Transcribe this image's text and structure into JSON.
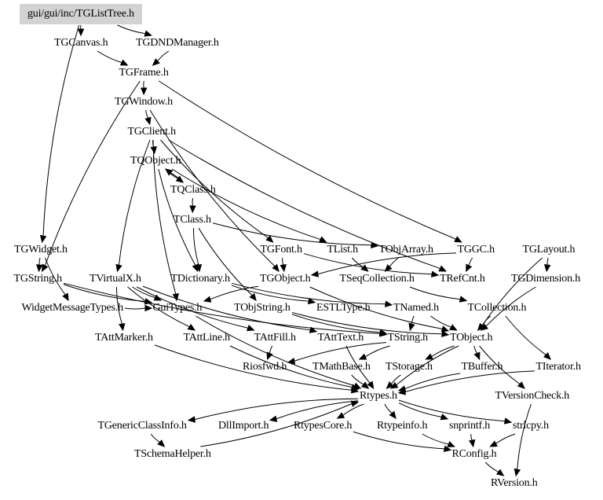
{
  "diagram": {
    "title": "Include dependency graph for gui/gui/inc/TGListTree.h",
    "root": "gui/gui/inc/TGListTree.h",
    "root_fill": "#d3d3d3",
    "nodes": [
      {
        "id": "root",
        "label": "gui/gui/inc/TGListTree.h"
      },
      {
        "id": "TGCanvas",
        "label": "TGCanvas.h"
      },
      {
        "id": "TGDNDManager",
        "label": "TGDNDManager.h"
      },
      {
        "id": "TGFrame",
        "label": "TGFrame.h"
      },
      {
        "id": "TGWindow",
        "label": "TGWindow.h"
      },
      {
        "id": "TGClient",
        "label": "TGClient.h"
      },
      {
        "id": "TQObject",
        "label": "TQObject.h"
      },
      {
        "id": "TQClass",
        "label": "TQClass.h"
      },
      {
        "id": "TClass",
        "label": "TClass.h"
      },
      {
        "id": "TGWidget",
        "label": "TGWidget.h"
      },
      {
        "id": "TGFont",
        "label": "TGFont.h"
      },
      {
        "id": "TList",
        "label": "TList.h"
      },
      {
        "id": "TObjArray",
        "label": "TObjArray.h"
      },
      {
        "id": "TGGC",
        "label": "TGGC.h"
      },
      {
        "id": "TGLayout",
        "label": "TGLayout.h"
      },
      {
        "id": "TGString",
        "label": "TGString.h"
      },
      {
        "id": "TVirtualX",
        "label": "TVirtualX.h"
      },
      {
        "id": "TDictionary",
        "label": "TDictionary.h"
      },
      {
        "id": "TGObject",
        "label": "TGObject.h"
      },
      {
        "id": "TSeqCollection",
        "label": "TSeqCollection.h"
      },
      {
        "id": "TRefCnt",
        "label": "TRefCnt.h"
      },
      {
        "id": "TGDimension",
        "label": "TGDimension.h"
      },
      {
        "id": "WidgetMessageTypes",
        "label": "WidgetMessageTypes.h"
      },
      {
        "id": "GuiTypes",
        "label": "GuiTypes.h"
      },
      {
        "id": "TObjString",
        "label": "TObjString.h"
      },
      {
        "id": "ESTLType",
        "label": "ESTLType.h"
      },
      {
        "id": "TNamed",
        "label": "TNamed.h"
      },
      {
        "id": "TCollection",
        "label": "TCollection.h"
      },
      {
        "id": "TAttMarker",
        "label": "TAttMarker.h"
      },
      {
        "id": "TAttLine",
        "label": "TAttLine.h"
      },
      {
        "id": "TAttFill",
        "label": "TAttFill.h"
      },
      {
        "id": "TAttText",
        "label": "TAttText.h"
      },
      {
        "id": "TString",
        "label": "TString.h"
      },
      {
        "id": "TObject",
        "label": "TObject.h"
      },
      {
        "id": "Riosfwd",
        "label": "Riosfwd.h"
      },
      {
        "id": "TMathBase",
        "label": "TMathBase.h"
      },
      {
        "id": "TStorage",
        "label": "TStorage.h"
      },
      {
        "id": "TBuffer",
        "label": "TBuffer.h"
      },
      {
        "id": "TIterator",
        "label": "TIterator.h"
      },
      {
        "id": "Rtypes",
        "label": "Rtypes.h"
      },
      {
        "id": "TVersionCheck",
        "label": "TVersionCheck.h"
      },
      {
        "id": "TGenericClassInfo",
        "label": "TGenericClassInfo.h"
      },
      {
        "id": "DllImport",
        "label": "DllImport.h"
      },
      {
        "id": "RtypesCore",
        "label": "RtypesCore.h"
      },
      {
        "id": "Rtypeinfo",
        "label": "Rtypeinfo.h"
      },
      {
        "id": "snprintf",
        "label": "snprintf.h"
      },
      {
        "id": "strlcpy",
        "label": "strlcpy.h"
      },
      {
        "id": "TSchemaHelper",
        "label": "TSchemaHelper.h"
      },
      {
        "id": "RConfig",
        "label": "RConfig.h"
      },
      {
        "id": "RVersion",
        "label": "RVersion.h"
      }
    ],
    "edges": [
      [
        "root",
        "TGCanvas"
      ],
      [
        "root",
        "TGDNDManager"
      ],
      [
        "root",
        "TGWidget"
      ],
      [
        "TGCanvas",
        "TGFrame"
      ],
      [
        "TGDNDManager",
        "TGFrame"
      ],
      [
        "TGFrame",
        "TGWindow"
      ],
      [
        "TGFrame",
        "TGGC"
      ],
      [
        "TGFrame",
        "TGString"
      ],
      [
        "TGWindow",
        "TGClient"
      ],
      [
        "TGWindow",
        "TGObject"
      ],
      [
        "TGClient",
        "TQObject"
      ],
      [
        "TGClient",
        "TGFont"
      ],
      [
        "TGClient",
        "TVirtualX"
      ],
      [
        "TGClient",
        "GuiTypes"
      ],
      [
        "TGClient",
        "TRefCnt"
      ],
      [
        "TQObject",
        "TQClass"
      ],
      [
        "TQObject",
        "TList"
      ],
      [
        "TQObject",
        "TDictionary"
      ],
      [
        "TQClass",
        "TQObject"
      ],
      [
        "TQClass",
        "TClass"
      ],
      [
        "TClass",
        "TObjArray"
      ],
      [
        "TClass",
        "TDictionary"
      ],
      [
        "TClass",
        "TObjString"
      ],
      [
        "TGWidget",
        "TGString"
      ],
      [
        "TGWidget",
        "WidgetMessageTypes"
      ],
      [
        "TGFont",
        "TGObject"
      ],
      [
        "TGFont",
        "TRefCnt"
      ],
      [
        "TList",
        "TSeqCollection"
      ],
      [
        "TObjArray",
        "TSeqCollection"
      ],
      [
        "TGGC",
        "TGObject"
      ],
      [
        "TGGC",
        "TRefCnt"
      ],
      [
        "TGLayout",
        "TGDimension"
      ],
      [
        "TGLayout",
        "TObject"
      ],
      [
        "TGString",
        "GuiTypes"
      ],
      [
        "TGString",
        "TString"
      ],
      [
        "TVirtualX",
        "GuiTypes"
      ],
      [
        "TVirtualX",
        "TAttLine"
      ],
      [
        "TVirtualX",
        "TAttFill"
      ],
      [
        "TVirtualX",
        "TAttText"
      ],
      [
        "TVirtualX",
        "TAttMarker"
      ],
      [
        "TDictionary",
        "TNamed"
      ],
      [
        "TDictionary",
        "ESTLType"
      ],
      [
        "TGObject",
        "TObject"
      ],
      [
        "TGObject",
        "GuiTypes"
      ],
      [
        "TSeqCollection",
        "TCollection"
      ],
      [
        "TGDimension",
        "TObject"
      ],
      [
        "WidgetMessageTypes",
        "GuiTypes"
      ],
      [
        "GuiTypes",
        "Rtypes"
      ],
      [
        "TObjString",
        "TString"
      ],
      [
        "TObjString",
        "TObject"
      ],
      [
        "TNamed",
        "TString"
      ],
      [
        "TNamed",
        "TObject"
      ],
      [
        "TCollection",
        "TObject"
      ],
      [
        "TCollection",
        "TIterator"
      ],
      [
        "TAttMarker",
        "Rtypes"
      ],
      [
        "TAttLine",
        "Rtypes"
      ],
      [
        "TAttFill",
        "Riosfwd"
      ],
      [
        "TAttText",
        "Rtypes"
      ],
      [
        "TString",
        "TMathBase"
      ],
      [
        "TString",
        "Riosfwd"
      ],
      [
        "TObject",
        "TStorage"
      ],
      [
        "TObject",
        "TBuffer"
      ],
      [
        "TObject",
        "TVersionCheck"
      ],
      [
        "TObject",
        "Rtypes"
      ],
      [
        "TMathBase",
        "Rtypes"
      ],
      [
        "TStorage",
        "Rtypes"
      ],
      [
        "TBuffer",
        "Rtypes"
      ],
      [
        "TIterator",
        "Rtypes"
      ],
      [
        "TVersionCheck",
        "RVersion"
      ],
      [
        "Rtypes",
        "TGenericClassInfo"
      ],
      [
        "Rtypes",
        "DllImport"
      ],
      [
        "Rtypes",
        "RtypesCore"
      ],
      [
        "Rtypes",
        "Rtypeinfo"
      ],
      [
        "Rtypes",
        "snprintf"
      ],
      [
        "Rtypes",
        "strlcpy"
      ],
      [
        "TGenericClassInfo",
        "TSchemaHelper"
      ],
      [
        "TSchemaHelper",
        "Rtypes"
      ],
      [
        "RtypesCore",
        "RConfig"
      ],
      [
        "Rtypeinfo",
        "RConfig"
      ],
      [
        "snprintf",
        "RConfig"
      ],
      [
        "strlcpy",
        "RConfig"
      ],
      [
        "RConfig",
        "RVersion"
      ]
    ]
  }
}
